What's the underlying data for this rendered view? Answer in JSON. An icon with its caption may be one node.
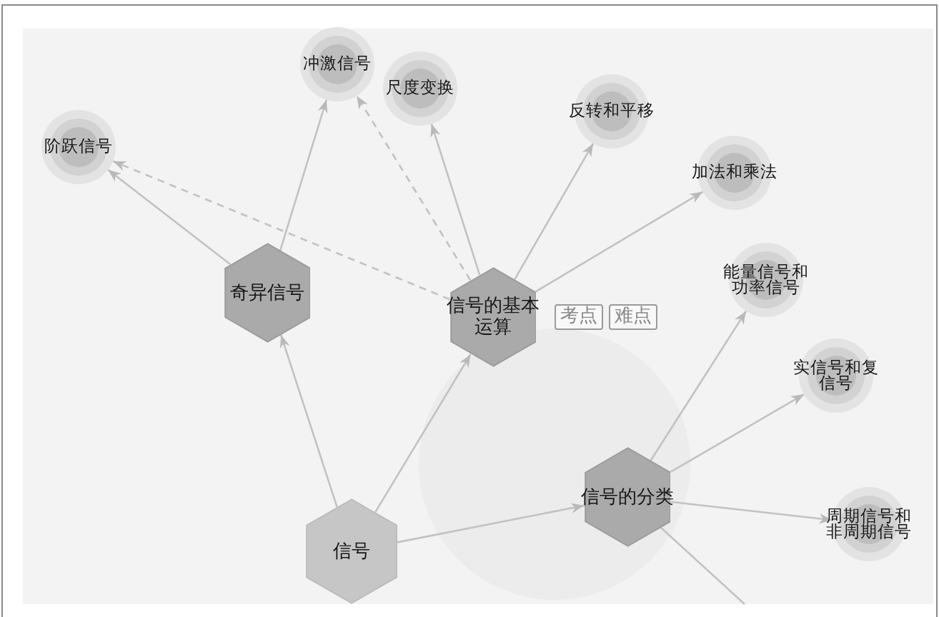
{
  "diagram": {
    "nodes": [
      {
        "text": [
          "冲激信号"
        ]
      },
      {
        "text": [
          "尺度变换"
        ]
      },
      {
        "text": [
          "反转和平移"
        ]
      },
      {
        "text": [
          "阶跃信号"
        ]
      },
      {
        "text": [
          "加法和乘法"
        ]
      },
      {
        "text": [
          "能量信号和功率信号"
        ]
      },
      {
        "text": [
          "奇异信号"
        ]
      },
      {
        "text": [
          "信号的基本运算"
        ],
        "beside": [
          "考点",
          "难点"
        ]
      },
      {
        "text": [
          "实信号和复信号"
        ]
      },
      {
        "text": [
          "信号的分类"
        ]
      },
      {
        "text": [
          "周期信号和非周期信号"
        ]
      },
      {
        "text": [
          "信号"
        ]
      }
    ],
    "edges": [
      {
        "from": 11,
        "to": 6,
        "arrow": "to"
      },
      {
        "from": 11,
        "to": 7,
        "arrow": "to"
      },
      {
        "from": 11,
        "to": 9,
        "arrow": "to"
      },
      {
        "from": 6,
        "to": 3,
        "arrow": "to"
      },
      {
        "from": 6,
        "to": 0,
        "arrow": "to"
      },
      {
        "from": 7,
        "to": 3,
        "arrow": "to",
        "style": "dashed"
      },
      {
        "from": 7,
        "to": 0,
        "arrow": "to",
        "style": "dashed"
      },
      {
        "from": 7,
        "to": 1,
        "arrow": "to"
      },
      {
        "from": 7,
        "to": 2,
        "arrow": "to"
      },
      {
        "from": 7,
        "to": 4,
        "arrow": "to"
      },
      {
        "from": 9,
        "to": 5,
        "arrow": "to"
      },
      {
        "from": 9,
        "to": 8,
        "arrow": "to"
      },
      {
        "from": 9,
        "to": 10,
        "arrow": "to"
      },
      {
        "from": 9,
        "to": null,
        "arrow": "none"
      }
    ]
  }
}
